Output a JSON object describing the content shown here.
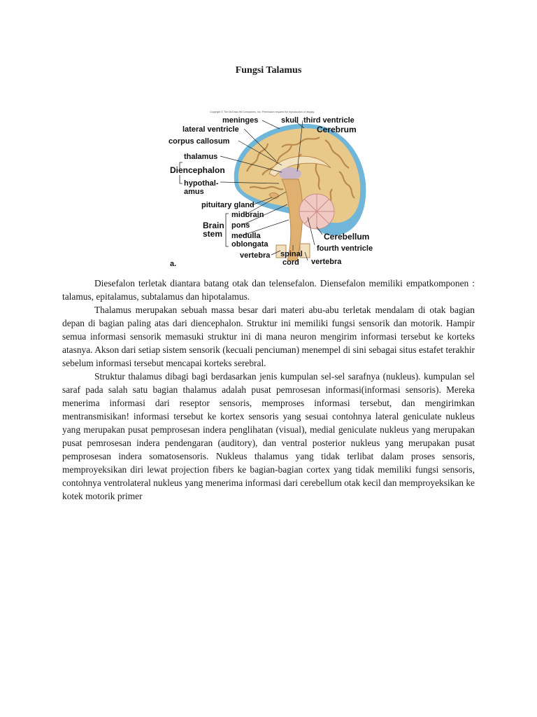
{
  "document": {
    "title": "Fungsi Talamus",
    "paragraphs": [
      "Diesefalon terletak diantara batang otak dan telensefalon. Diensefalon memiliki empatkomponen : talamus, epitalamus, subtalamus dan hipotalamus.",
      "Thalamus merupakan sebuah massa besar dari materi abu-abu terletak mendalam di otak bagian depan di bagian paling atas dari diencephalon. Struktur ini memiliki fungsi sensorik dan motorik. Hampir semua informasi sensorik memasuki struktur ini di mana neuron mengirim informasi tersebut ke korteks atasnya. Akson dari setiap sistem sensorik (kecuali penciuman) menempel di sini sebagai situs estafet terakhir sebelum informasi tersebut mencapai korteks serebral.",
      "Struktur thalamus dibagi bagi berdasarkan jenis kumpulan sel-sel sarafnya (nukleus). kumpulan sel saraf pada salah satu bagian thalamus adalah pusat pemrosesan informasi(informasi sensoris). Mereka menerima informasi dari reseptor sensoris, memproses informasi tersebut, dan mengirimkan mentransmisikan! informasi tersebut ke kortex sensoris yang sesuai contohnya lateral geniculate nukleus yang merupakan pusat pemprosesan indera penglihatan (visual), medial geniculate nukleus yang merupakan pusat pemrosesan indera pendengaran (auditory), dan ventral posterior nukleus yang merupakan pusat pemprosesan indera somatosensoris. Nukleus thalamus yang tidak terlibat dalam proses sensoris, memproyeksikan diri lewat projection fibers ke bagian-bagian cortex yang tidak memiliki fungsi sensoris, contohnya ventrolateral nukleus yang menerima informasi dari cerebellum otak kecil dan memproyeksikan ke kotek motorik primer"
    ]
  },
  "figure": {
    "copyright": "Copyright © The McGraw-Hill Companies, Inc. Permission required for reproduction or display.",
    "panel_letter": "a.",
    "labels": {
      "meninges": "meninges",
      "skull": "skull",
      "third_ventricle": "third ventricle",
      "cerebrum": "Cerebrum",
      "lateral_ventricle": "lateral ventricle",
      "corpus_callosum": "corpus callosum",
      "thalamus": "thalamus",
      "diencephalon": "Diencephalon",
      "hypothalamus_1": "hypothal-",
      "hypothalamus_2": "amus",
      "pituitary_gland": "pituitary gland",
      "midbrain": "midbrain",
      "brain_stem_1": "Brain",
      "brain_stem_2": "stem",
      "pons": "pons",
      "medulla_1": "medulla",
      "medulla_2": "oblongata",
      "cerebellum": "Cerebellum",
      "fourth_ventricle": "fourth ventricle",
      "vertebra_left": "vertebra",
      "spinal_cord_1": "spinal",
      "spinal_cord_2": "cord",
      "vertebra_right": "vertebra"
    }
  },
  "colors": {
    "brain_tissue": "#e9c98a",
    "brain_gyri": "#b98a4e",
    "meninges": "#6fb6d8",
    "cerebellum": "#f1c9c3",
    "stem": "#e0b070"
  }
}
